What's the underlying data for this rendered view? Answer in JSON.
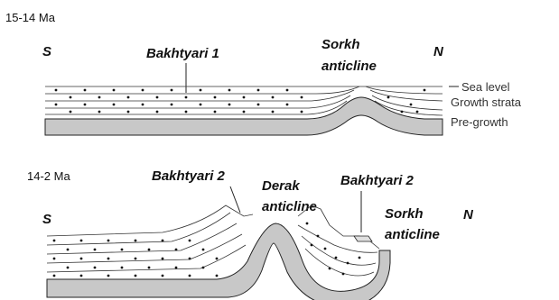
{
  "panels": [
    {
      "age": "15-14 Ma",
      "south": "S",
      "north": "N",
      "unit": "Bakhtyari 1",
      "structure": [
        "Sorkh",
        "anticline"
      ],
      "legend": {
        "sea_level": "Sea level",
        "growth": "Growth strata",
        "pre_growth": "Pre-growth"
      }
    },
    {
      "age": "14-2 Ma",
      "south": "S",
      "north": "N",
      "unit_left": "Bakhtyari 2",
      "unit_right": "Bakhtyari 2",
      "structure_mid": [
        "Derak",
        "anticline"
      ],
      "structure_right": [
        "Sorkh",
        "anticline"
      ]
    }
  ],
  "colors": {
    "basement": "#c8c8c8",
    "lines": "#222222",
    "background": "#ffffff"
  }
}
